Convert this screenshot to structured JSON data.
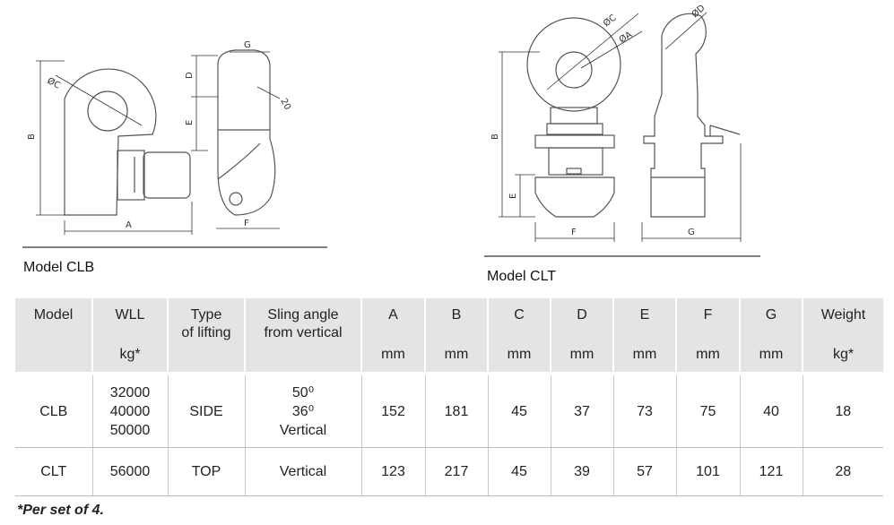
{
  "drawings": {
    "clb": {
      "caption": "Model CLB",
      "dims": {
        "C": "ØC",
        "B": "B",
        "D": "D",
        "E": "E",
        "A": "A",
        "G": "G",
        "R": "20",
        "F": "F"
      }
    },
    "clt": {
      "caption": "Model CLT",
      "dims": {
        "C": "ØC",
        "A": "ØA",
        "D": "ØD",
        "B": "B",
        "E": "E",
        "F": "F",
        "G": "G"
      }
    }
  },
  "table": {
    "headers": [
      {
        "top": "Model",
        "unit": ""
      },
      {
        "top": "WLL",
        "unit": "kg*"
      },
      {
        "top": "Type\nof lifting",
        "unit": ""
      },
      {
        "top": "Sling angle\nfrom vertical",
        "unit": ""
      },
      {
        "top": "A",
        "unit": "mm"
      },
      {
        "top": "B",
        "unit": "mm"
      },
      {
        "top": "C",
        "unit": "mm"
      },
      {
        "top": "D",
        "unit": "mm"
      },
      {
        "top": "E",
        "unit": "mm"
      },
      {
        "top": "F",
        "unit": "mm"
      },
      {
        "top": "G",
        "unit": "mm"
      },
      {
        "top": "Weight",
        "unit": "kg*"
      }
    ],
    "rows": [
      {
        "model": "CLB",
        "wll": [
          "32000",
          "40000",
          "50000"
        ],
        "type": "SIDE",
        "angle": [
          "50⁰",
          "36⁰",
          "Vertical"
        ],
        "A": "152",
        "B": "181",
        "C": "45",
        "D": "37",
        "E": "73",
        "F": "75",
        "G": "40",
        "weight": "18"
      },
      {
        "model": "CLT",
        "wll": [
          "56000"
        ],
        "type": "TOP",
        "angle": [
          "Vertical"
        ],
        "A": "123",
        "B": "217",
        "C": "45",
        "D": "39",
        "E": "57",
        "F": "101",
        "G": "121",
        "weight": "28"
      }
    ]
  },
  "footnote": "*Per set of 4."
}
